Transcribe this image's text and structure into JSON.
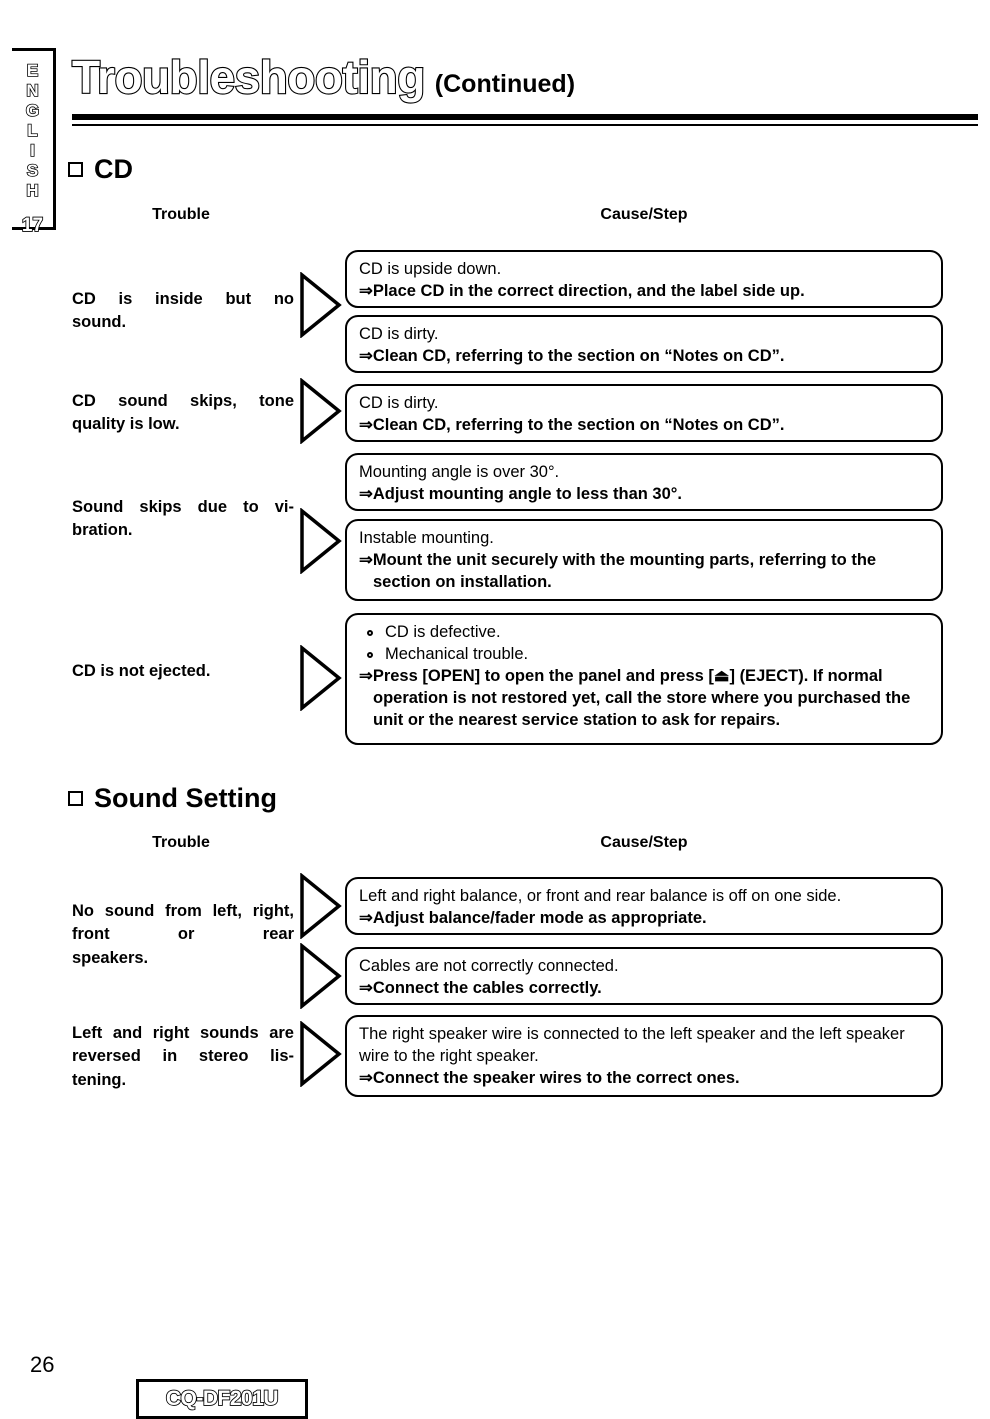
{
  "side_tab": {
    "language": "ENGLISH",
    "number": "17"
  },
  "header": {
    "title": "Troubleshooting",
    "subtitle": "(Continued)"
  },
  "columns": {
    "trouble": "Trouble",
    "cause_step": "Cause/Step"
  },
  "sections": [
    {
      "id": "cd",
      "title": "CD",
      "groups": [
        {
          "trouble_lines": [
            "CD is inside but no",
            "sound."
          ],
          "boxes": [
            {
              "cause": "CD is upside down.",
              "step": "⇒Place CD in the correct direction, and the label side up."
            },
            {
              "cause": "CD is dirty.",
              "step": "⇒Clean CD, referring to the section on “Notes on CD”."
            }
          ]
        },
        {
          "trouble_lines": [
            "CD sound skips, tone",
            "quality is low."
          ],
          "boxes": [
            {
              "cause": "CD is dirty.",
              "step": "⇒Clean CD, referring to the section on “Notes on CD”."
            }
          ]
        },
        {
          "trouble_lines": [
            "Sound skips due to vi-",
            "bration."
          ],
          "boxes": [
            {
              "cause": "Mounting angle is over 30°.",
              "step": "⇒Adjust mounting angle to less than 30°."
            },
            {
              "cause": "Instable mounting.",
              "step": "⇒Mount the unit securely with the mounting parts, referring to the section on installation."
            }
          ]
        },
        {
          "trouble_lines": [
            "CD is not ejected."
          ],
          "boxes": [
            {
              "bullets": [
                "CD is defective.",
                "Mechanical trouble."
              ],
              "step": "⇒Press [OPEN] to open the panel and press [⏏] (EJECT). If normal operation is not restored yet, call the store where you purchased the unit or the nearest service station to ask for repairs."
            }
          ]
        }
      ]
    },
    {
      "id": "sound-setting",
      "title": "Sound Setting",
      "groups": [
        {
          "trouble_lines": [
            "No sound from left,",
            "right, front or rear",
            "speakers."
          ],
          "boxes": [
            {
              "cause": "Left and right balance, or front and rear balance is off on one side.",
              "step": "⇒Adjust balance/fader mode as appropriate."
            },
            {
              "cause": "Cables are not correctly connected.",
              "step": "⇒Connect the cables correctly."
            }
          ]
        },
        {
          "trouble_lines": [
            "Left and right sounds are",
            "reversed in stereo lis-",
            "tening."
          ],
          "boxes": [
            {
              "cause": "The right speaker wire is connected to the left speaker and the left speaker wire to the right speaker.",
              "step": "⇒Connect the speaker wires to the correct ones."
            }
          ]
        }
      ]
    }
  ],
  "footer": {
    "page_number": "26",
    "model": "CQ-DF201U"
  }
}
